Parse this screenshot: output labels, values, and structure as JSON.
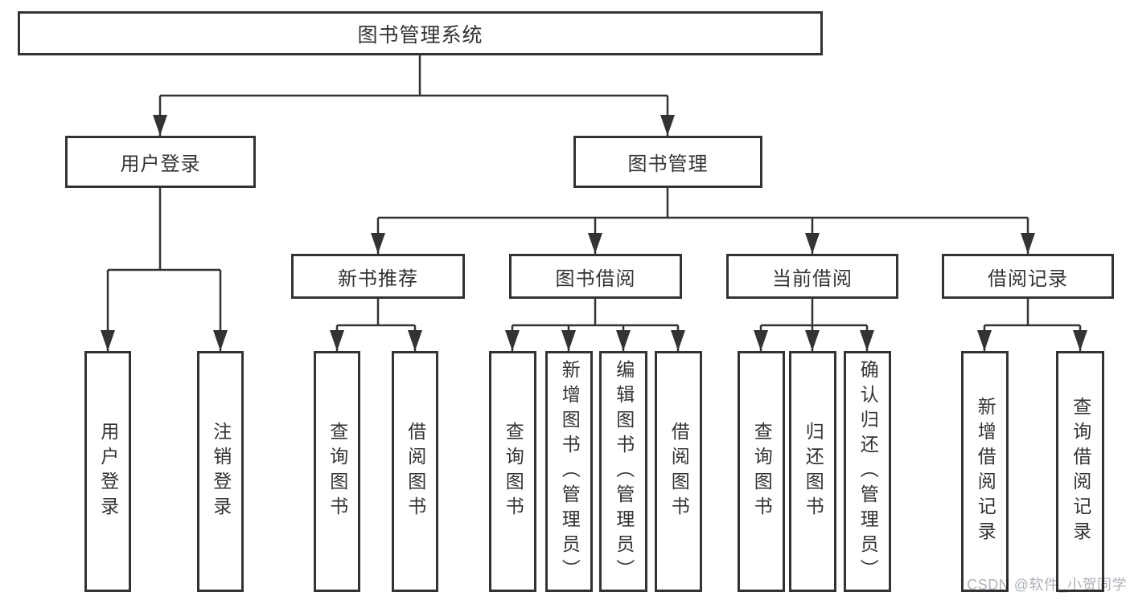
{
  "diagram": {
    "title": "图书管理系统",
    "level2": {
      "user_login": "用户登录",
      "book_management": "图书管理"
    },
    "level3": {
      "new_book": "新书推荐",
      "book_borrow": "图书借阅",
      "current_borrow": "当前借阅",
      "borrow_records": "借阅记录"
    },
    "leaves": {
      "user_login": [
        "用户登录",
        "注销登录"
      ],
      "new_book": [
        "查询图书",
        "借阅图书"
      ],
      "book_borrow": [
        "查询图书",
        "新增图书（管理员）",
        "编辑图书（管理员）",
        "借阅图书"
      ],
      "current_borrow": [
        "查询图书",
        "归还图书",
        "确认归还（管理员）"
      ],
      "borrow_records": [
        "新增借阅记录",
        "查询借阅记录"
      ]
    },
    "colors": {
      "line": "#333333",
      "text": "#333333",
      "watermark": "#aeb3ba",
      "background": "#ffffff"
    },
    "watermark": "CSDN @软件_小贺同学"
  }
}
